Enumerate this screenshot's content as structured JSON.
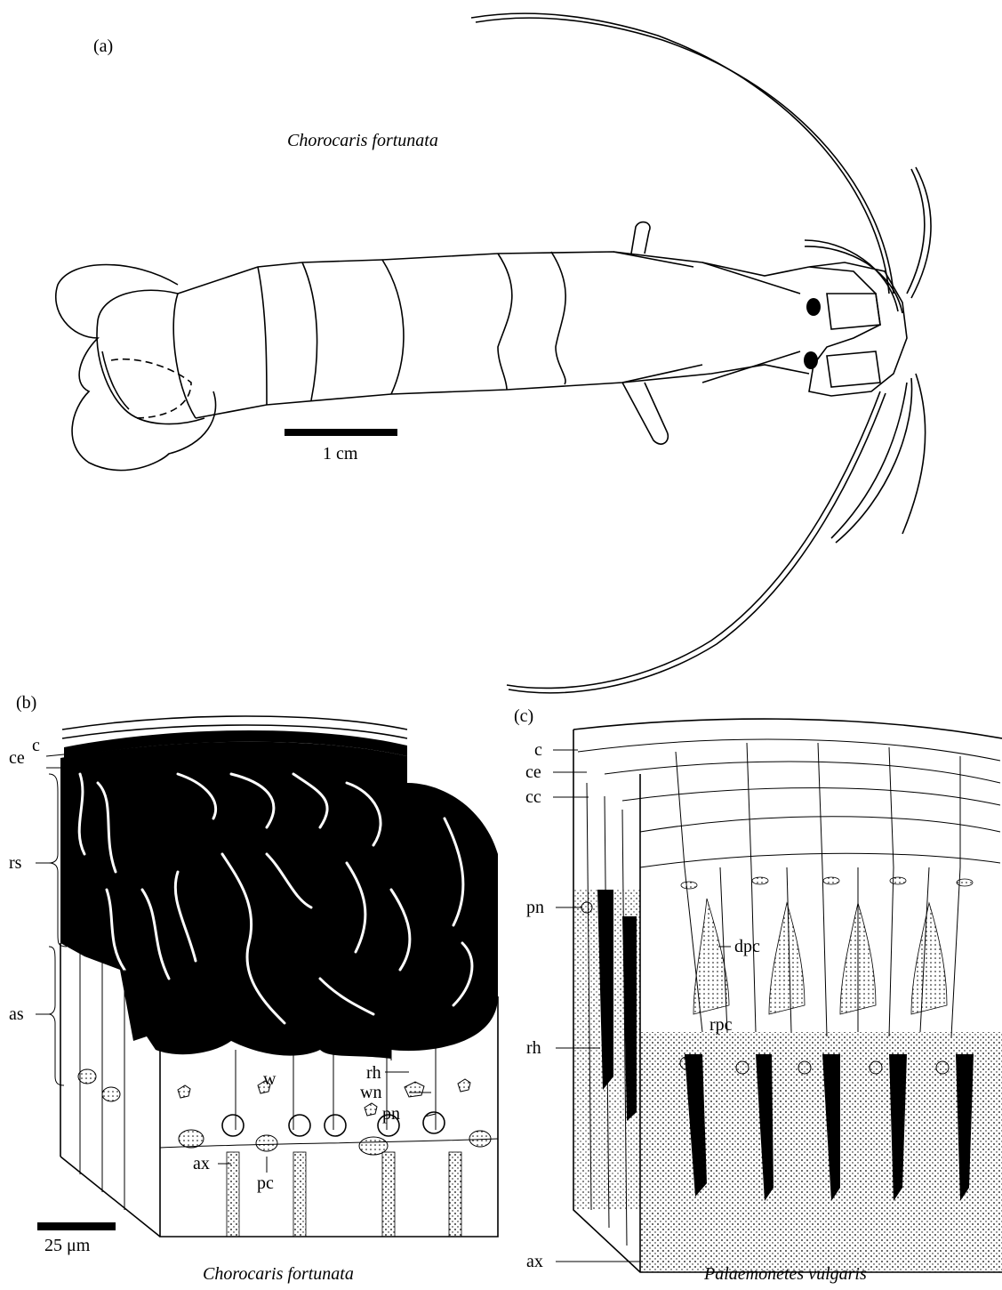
{
  "panel_a": {
    "tag": "(a)",
    "species": "Chorocaris fortunata",
    "scale_bar": "1 cm"
  },
  "panel_b": {
    "tag": "(b)",
    "species": "Chorocaris fortunata",
    "scale_bar": "25 μm",
    "labels": [
      "c",
      "ce",
      "rs",
      "as",
      "w",
      "rh",
      "wn",
      "pn",
      "ax",
      "pc"
    ]
  },
  "panel_c": {
    "tag": "(c)",
    "species": "Palaemonetes vulgaris",
    "labels": [
      "c",
      "ce",
      "cc",
      "dpc",
      "rpc",
      "pn",
      "rh",
      "ax"
    ]
  }
}
